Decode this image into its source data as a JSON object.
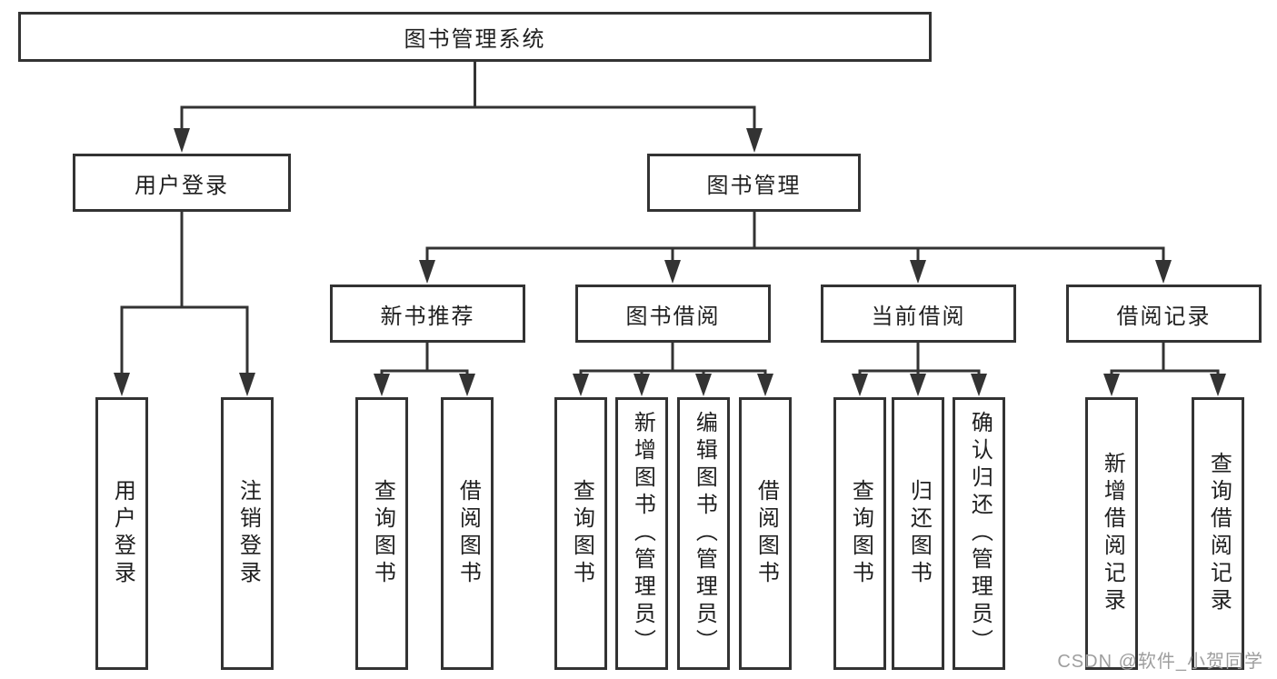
{
  "colors": {
    "line": "#333333",
    "box_border": "#333333",
    "text": "#1f1f1f",
    "background": "#ffffff",
    "watermark": "#9e9e9e"
  },
  "tree": {
    "root": {
      "label": "图书管理系统"
    },
    "branches": [
      {
        "label": "用户登录",
        "leaves": [
          {
            "label": "用户登录"
          },
          {
            "label": "注销登录"
          }
        ]
      },
      {
        "label": "图书管理",
        "groups": [
          {
            "label": "新书推荐",
            "leaves": [
              {
                "label": "查询图书"
              },
              {
                "label": "借阅图书"
              }
            ]
          },
          {
            "label": "图书借阅",
            "leaves": [
              {
                "label": "查询图书"
              },
              {
                "label": "新增图书（管理员）"
              },
              {
                "label": "编辑图书（管理员）"
              },
              {
                "label": "借阅图书"
              }
            ]
          },
          {
            "label": "当前借阅",
            "leaves": [
              {
                "label": "查询图书"
              },
              {
                "label": "归还图书"
              },
              {
                "label": "确认归还（管理员）"
              }
            ]
          },
          {
            "label": "借阅记录",
            "leaves": [
              {
                "label": "新增借阅记录"
              },
              {
                "label": "查询借阅记录"
              }
            ]
          }
        ]
      }
    ]
  },
  "watermark": "CSDN @软件_小贺同学"
}
